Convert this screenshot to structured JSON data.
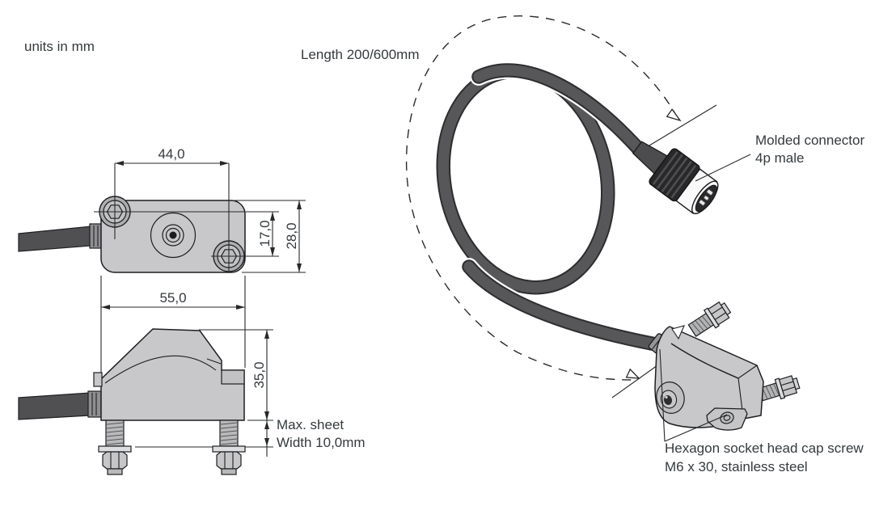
{
  "labels": {
    "units_note": "units in mm",
    "length_label": "Length 200/600mm",
    "connector_label_line1": "Molded connector",
    "connector_label_line2": "4p male",
    "screw_label_line1": "Hexagon socket head cap screw",
    "screw_label_line2": "M6 x 30, stainless steel",
    "sheet_label_line1": "Max. sheet",
    "sheet_label_line2": "Width 10,0mm"
  },
  "dimensions": {
    "screw_spacing_horizontal": "44,0",
    "overall_width": "55,0",
    "screw_spacing_vertical": "17,0",
    "body_depth": "28,0",
    "clamp_height": "35,0"
  },
  "colors": {
    "line": "#26282a",
    "text": "#343a3d",
    "body_gray": "#c8c8ca",
    "screw_gray": "#aeaeb0",
    "cable_dark": "#2e2e30",
    "cable_gray": "#57575a",
    "washer_gray": "#dedee0",
    "knurl_dark": "#28282a",
    "chrome_white": "#fafafa"
  }
}
